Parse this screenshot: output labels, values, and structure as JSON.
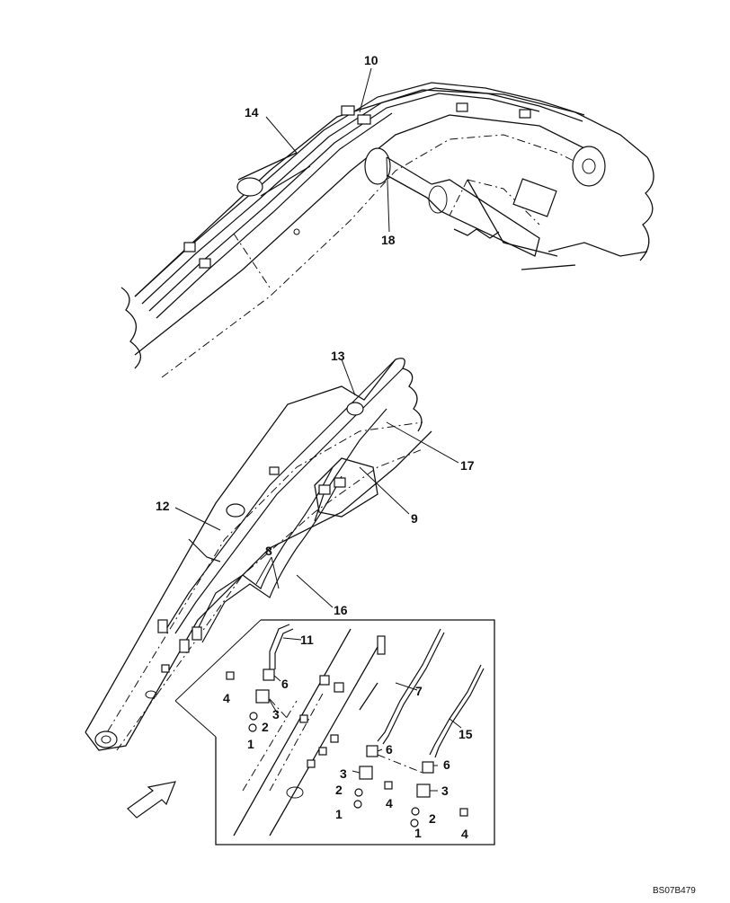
{
  "drawing_code": "BS07B479",
  "callouts": {
    "c1a": "1",
    "c1b": "1",
    "c1c": "1",
    "c2a": "2",
    "c2b": "2",
    "c2c": "2",
    "c3a": "3",
    "c3b": "3",
    "c3c": "3",
    "c4a": "4",
    "c4b": "4",
    "c4c": "4",
    "c6a": "6",
    "c6b": "6",
    "c6c": "6",
    "c7": "7",
    "c8": "8",
    "c9": "9",
    "c10": "10",
    "c11": "11",
    "c12": "12",
    "c13": "13",
    "c14": "14",
    "c15": "15",
    "c16": "16",
    "c17": "17",
    "c18": "18"
  }
}
